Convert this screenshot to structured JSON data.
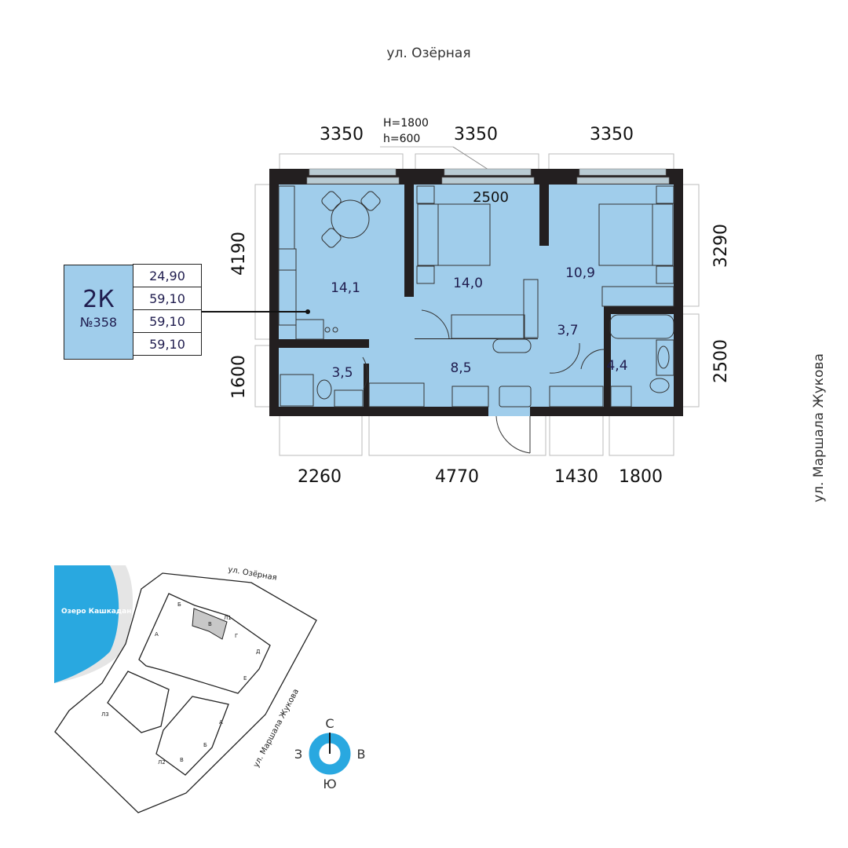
{
  "streets": {
    "top": "ул. Озёрная",
    "right": "ул. Маршала Жукова"
  },
  "apartment": {
    "type": "2К",
    "number": "№358",
    "areas": [
      "24,90",
      "59,10",
      "59,10",
      "59,10"
    ]
  },
  "window_note": {
    "H": "Н=1800",
    "h": "h=600"
  },
  "dimensions": {
    "top": [
      "3350",
      "3350",
      "3350"
    ],
    "left": [
      "4190",
      "1600"
    ],
    "right": [
      "3290",
      "2500"
    ],
    "bottom": [
      "2260",
      "4770",
      "1430",
      "1800"
    ],
    "inner": "2500"
  },
  "rooms": [
    {
      "id": "kitchen",
      "area": "14,1"
    },
    {
      "id": "bedroom1",
      "area": "14,0"
    },
    {
      "id": "bedroom2",
      "area": "10,9"
    },
    {
      "id": "bathroom1",
      "area": "3,5"
    },
    {
      "id": "hall",
      "area": "8,5"
    },
    {
      "id": "corridor",
      "area": "3,7"
    },
    {
      "id": "bathroom2",
      "area": "4,4"
    }
  ],
  "site_map": {
    "lake": "Озеро Кашкадан",
    "street_top": "ул. Озёрная",
    "street_right": "ул. Маршала Жукова",
    "buildings": [
      "Л1",
      "Л2",
      "Л3"
    ],
    "sections_l1": [
      "А",
      "Б",
      "В",
      "Г",
      "Д",
      "Е"
    ],
    "sections_l2": [
      "А",
      "Б",
      "В"
    ],
    "compass": {
      "n": "С",
      "s": "Ю",
      "w": "З",
      "e": "В"
    }
  },
  "colors": {
    "room": "#a0cdeb",
    "wall": "#231f20",
    "lake": "#29a8e0",
    "selected": "#c8c8c8"
  }
}
